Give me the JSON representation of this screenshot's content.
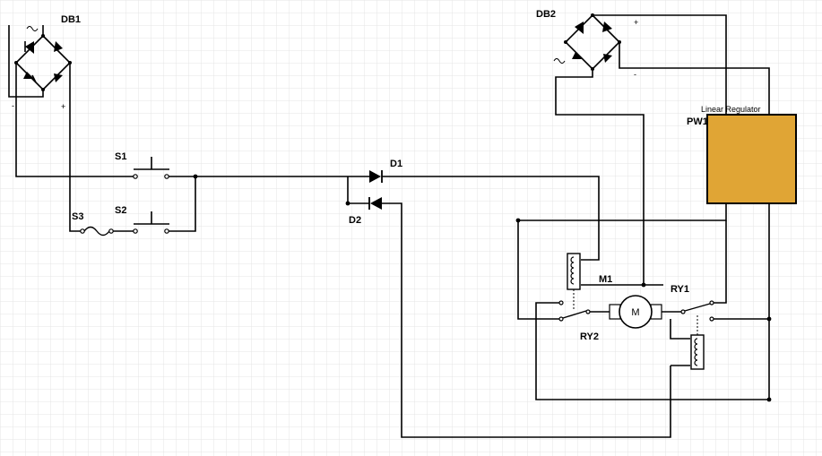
{
  "labels": {
    "db1": "DB1",
    "db2": "DB2",
    "s1": "S1",
    "s2": "S2",
    "s3": "S3",
    "d1": "D1",
    "d2": "D2",
    "m1": "M1",
    "ry1": "RY1",
    "ry2": "RY2",
    "regulator": "Linear Regulator",
    "pw": "PW1",
    "motor": "M",
    "plus": "+",
    "minus": "-",
    "ac": "~"
  },
  "colors": {
    "grid": "#e4e4e4",
    "wire": "#000000",
    "regulator_fill": "#e0a535",
    "regulator_border": "#000000"
  }
}
